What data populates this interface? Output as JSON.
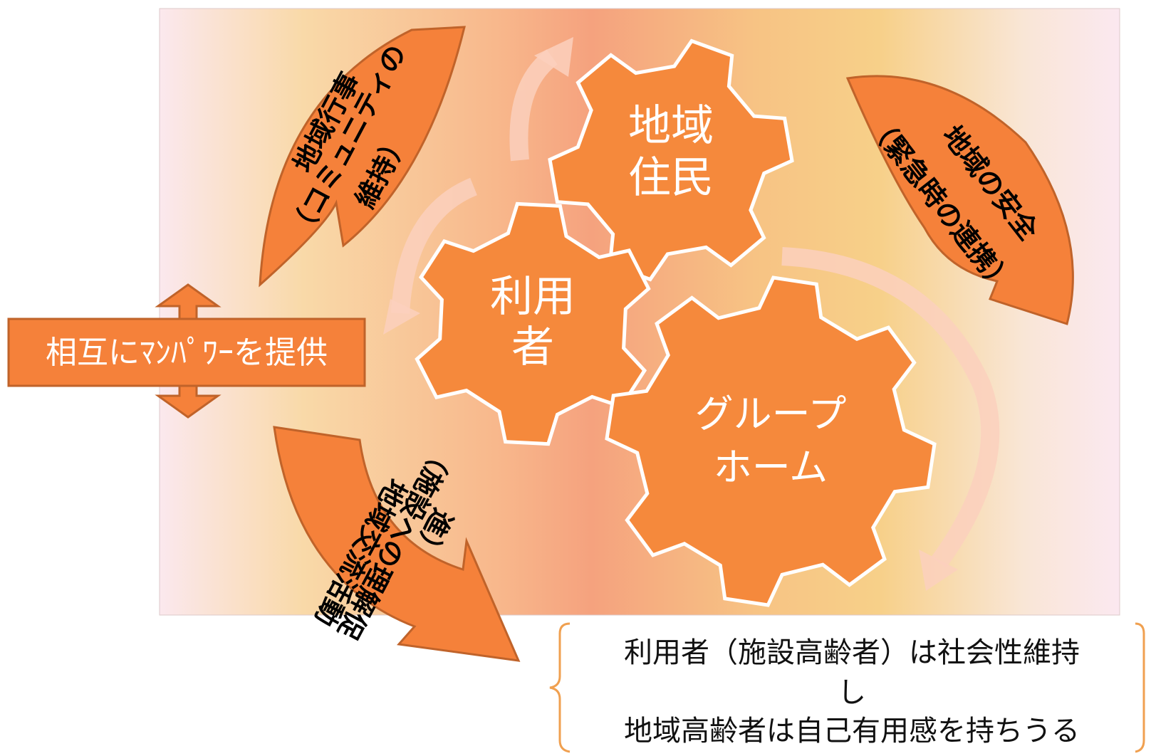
{
  "gears": {
    "residents": {
      "line1": "地域",
      "line2": "住民"
    },
    "users": {
      "line1": "利用",
      "line2": "者"
    },
    "group_home": {
      "line1": "グループ",
      "line2": "ホーム"
    }
  },
  "arcs": {
    "community": {
      "line1": "地域行事",
      "line2": "（コミュニティの",
      "line3": "維持）"
    },
    "safety": {
      "line1": "地域の安全",
      "line2": "（緊急時の連携）"
    },
    "activities": {
      "line1": "地域交流活動",
      "line2": "（施設への理解促",
      "line3": "進）"
    }
  },
  "manpower_box": {
    "label": "相互にﾏﾝﾊﾟﾜｰを提供"
  },
  "note": {
    "line1": "利用者（施設高齢者）は社会性維持",
    "line2": "し",
    "line3": "地域高齢者は自己有用感を持ちうる"
  },
  "colors": {
    "gear_fill": "#f5893c",
    "arc_fill": "#f5813a",
    "arc_stroke": "#c0632a",
    "note_brace": "#f0a050"
  }
}
